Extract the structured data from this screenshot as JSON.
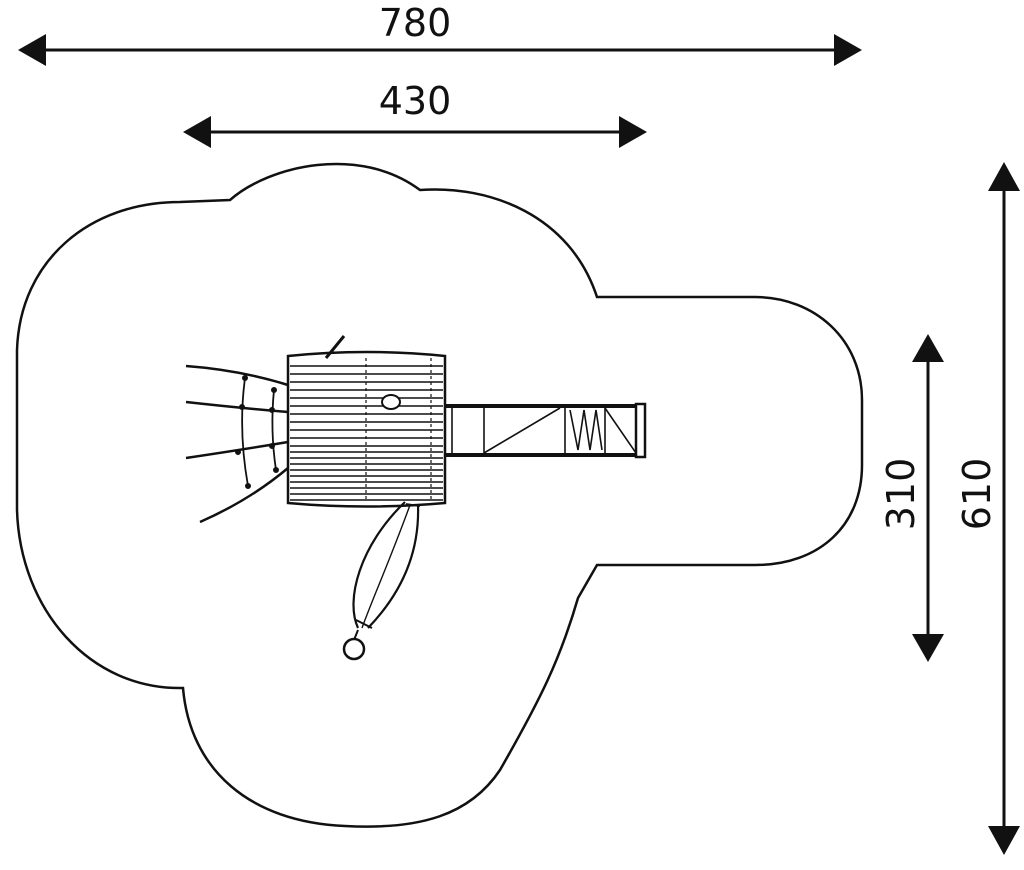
{
  "dimensions": {
    "total_width": "780",
    "inner_width": "430",
    "inner_height": "310",
    "total_height": "610"
  },
  "colors": {
    "line": "#111111",
    "background": "#ffffff"
  }
}
